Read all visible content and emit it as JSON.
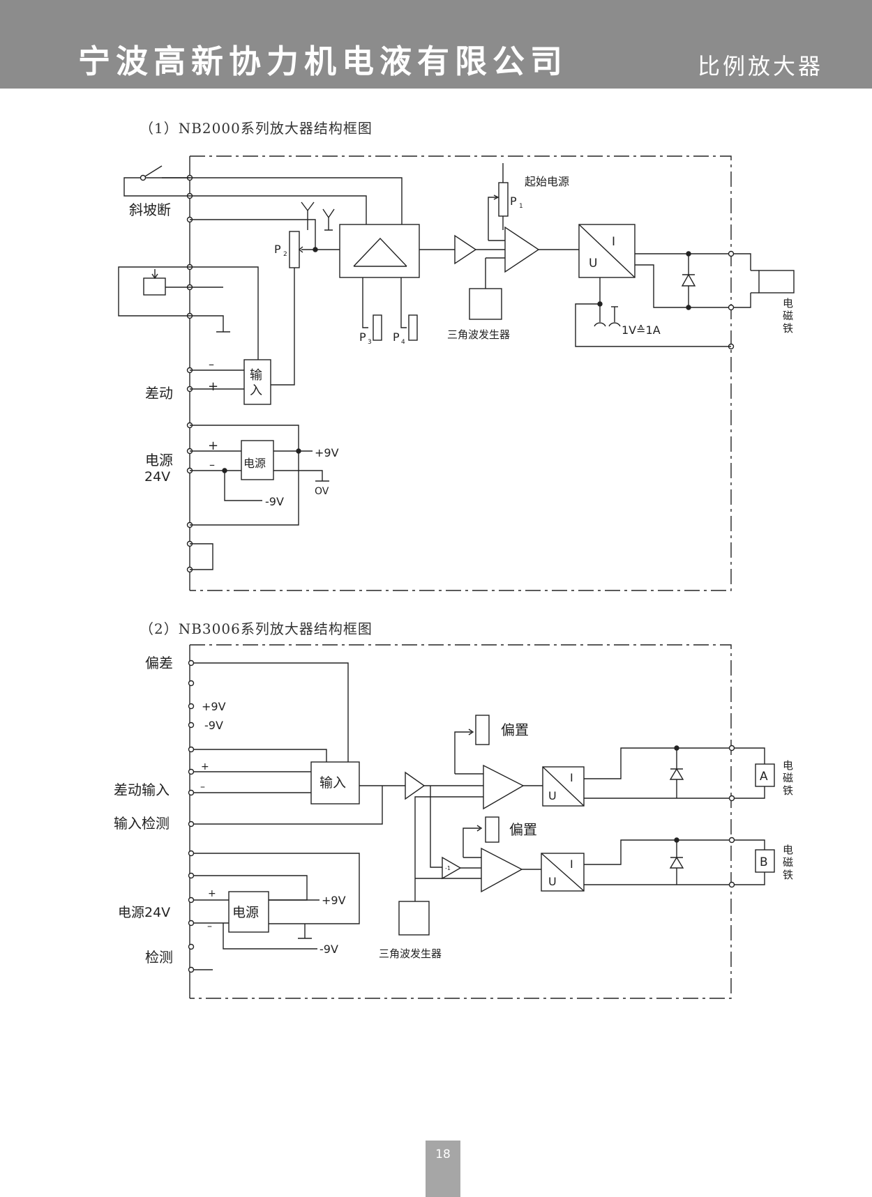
{
  "header": {
    "company": "宁波高新协力机电液有限公司",
    "product": "比例放大器",
    "background": "#8c8c8c"
  },
  "diagram1": {
    "caption": "（1）NB2000系列放大器结构框图",
    "labels": {
      "ramp_off": "斜坡断",
      "differential": "差动",
      "power": "电源",
      "voltage_24": "24V",
      "input": "输入",
      "power_block": "电源",
      "plus_9v": "+9V",
      "minus_9v": "-9V",
      "zero_v": "OV",
      "start_power": "起始电源",
      "p1": "P",
      "p1_sub": "1",
      "p2": "P",
      "p2_sub": "2",
      "p3": "P",
      "p3_sub": "3",
      "p4": "P",
      "p4_sub": "4",
      "triangle_gen": "三角波发生器",
      "u": "U",
      "i": "I",
      "scale": "1V≙1A",
      "solenoid": "电磁铁",
      "minus": "–",
      "plus": "+"
    }
  },
  "diagram2": {
    "caption": "（2）NB3006系列放大器结构框图",
    "labels": {
      "deviation": "偏差",
      "plus_9v": "+9V",
      "minus_9v": "-9V",
      "diff_input": "差动输入",
      "input_detect": "输入检测",
      "power_24v": "电源24V",
      "detect": "检测",
      "input": "输入",
      "power_block": "电源",
      "bias": "偏置",
      "neg_one": "-1",
      "triangle_gen": "三角波发生器",
      "u": "U",
      "i": "I",
      "coil_a": "A",
      "coil_b": "B",
      "solenoid": "电磁铁",
      "minus": "–",
      "plus": "+"
    }
  },
  "footer": {
    "page_number": "18"
  }
}
